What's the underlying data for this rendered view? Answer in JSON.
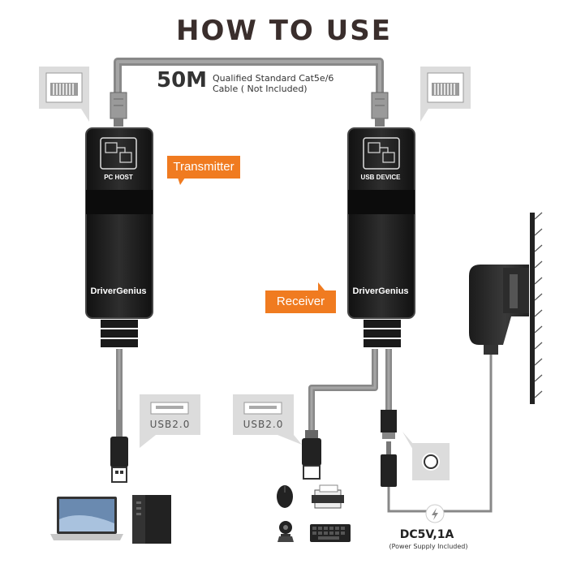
{
  "title": "HOW TO USE",
  "cable": {
    "length": "50M",
    "desc_line1": "Qualified Standard Cat5e/6",
    "desc_line2": "Cable ( Not Included)"
  },
  "transmitter": {
    "port_label": "PC HOST",
    "brand": "DriverGenius",
    "callout": "Transmitter",
    "usb_label": "USB2.0"
  },
  "receiver": {
    "port_label": "USB DEVICE",
    "brand": "DriverGenius",
    "callout": "Receiver",
    "usb_label": "USB2.0"
  },
  "power": {
    "main": "DC5V,1A",
    "sub": "(Power Supply Included)"
  },
  "colors": {
    "title": "#3a2e2c",
    "callout_orange": "#f07b20",
    "device_body": "#222222",
    "cable_gray": "#777777"
  }
}
